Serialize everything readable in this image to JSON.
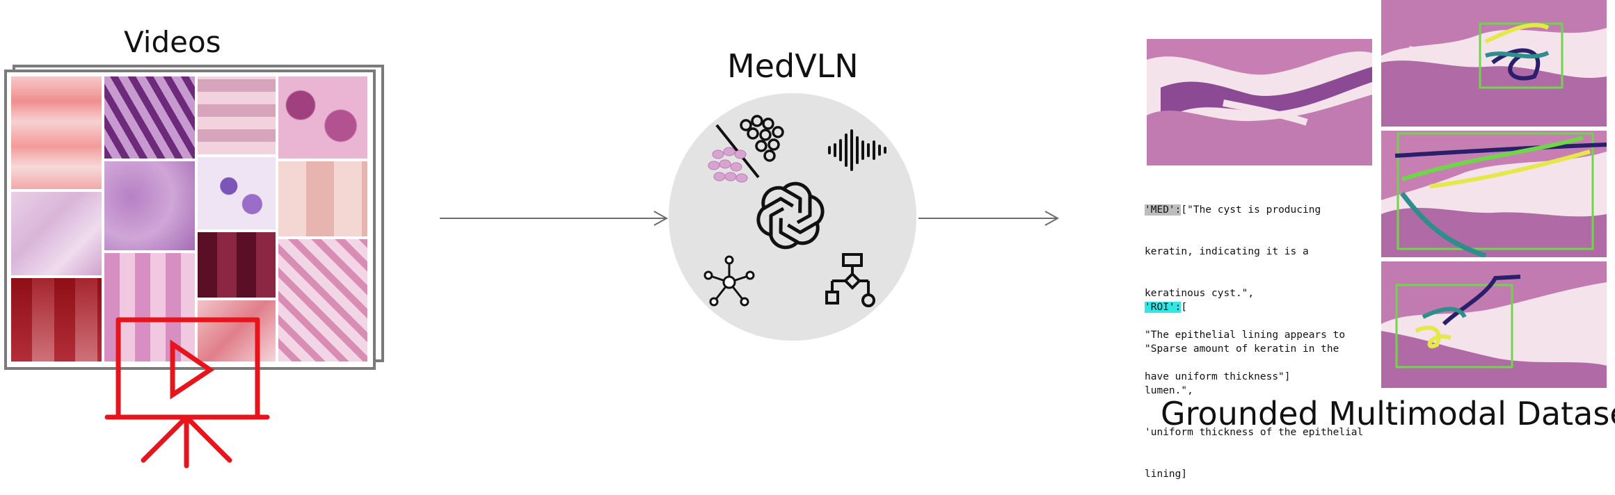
{
  "videos": {
    "title": "Videos"
  },
  "model": {
    "title": "MedVLN",
    "icons": [
      "cells-icon",
      "audio-waveform-icon",
      "openai-logo-icon",
      "graph-network-icon",
      "flowchart-icon"
    ]
  },
  "dataset": {
    "title": "Grounded Multimodal Dataset",
    "med_key": "'MED':",
    "med_lines": [
      "[\"The cyst is producing",
      "keratin, indicating it is a",
      "keratinous cyst.\",",
      "\"The epithelial lining appears to",
      "have uniform thickness\"]"
    ],
    "roi_key": "'ROI':",
    "roi_lines": [
      "[",
      "\"Sparse amount of keratin in the",
      "lumen.\",",
      "'uniform thickness of the epithelial",
      "lining]"
    ]
  },
  "colors": {
    "play_icon": "#e8141c",
    "frame": "#7a7a7a",
    "circle": "#e3e3e3",
    "arrow": "#6b6b6b",
    "med_highlight": "#bdbdbd",
    "roi_highlight": "#33e6e6",
    "roi_box": "#6fd64a"
  }
}
